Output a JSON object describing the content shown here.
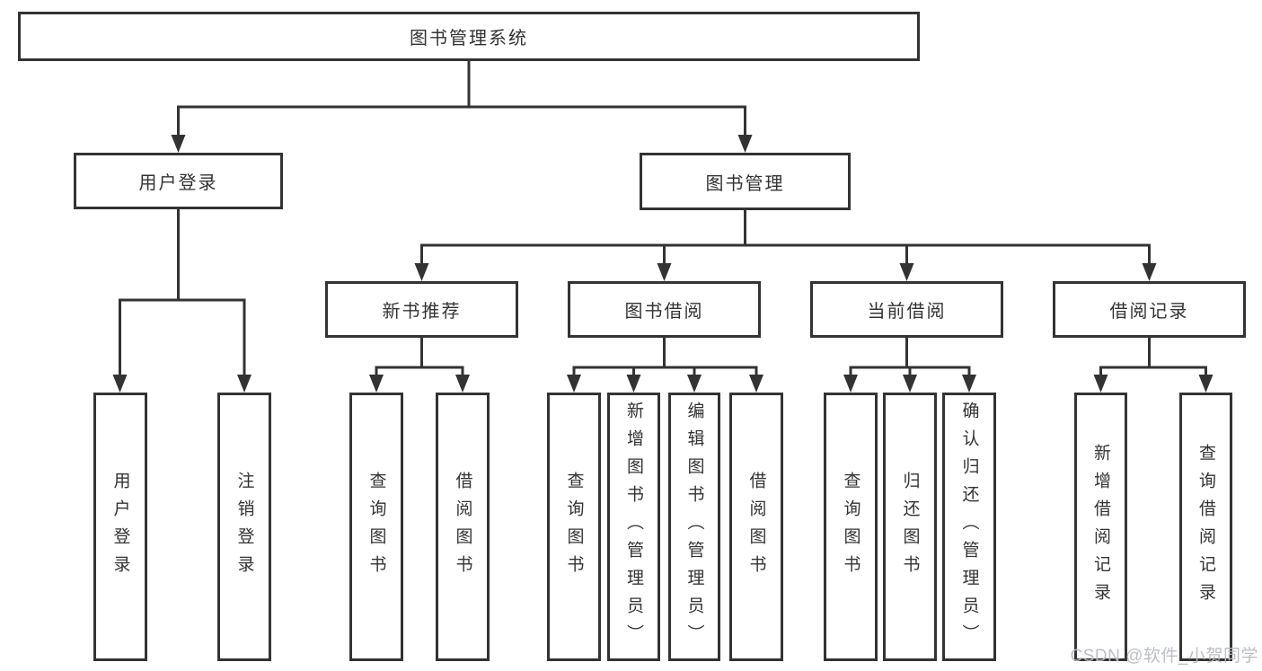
{
  "diagram": {
    "title": "图书管理系统",
    "watermark": "CSDN @软件_小贺同学",
    "colors": {
      "line": "#333333",
      "box_border": "#333333",
      "box_bg": "#ffffff",
      "text": "#333333",
      "watermark": "#b7bcc4"
    },
    "nodes": {
      "root": {
        "label": "图书管理系统"
      },
      "user_login": {
        "label": "用户登录"
      },
      "book_mgmt": {
        "label": "图书管理"
      },
      "new_book_rec": {
        "label": "新书推荐"
      },
      "book_borrow": {
        "label": "图书借阅"
      },
      "current_borrow": {
        "label": "当前借阅"
      },
      "borrow_records": {
        "label": "借阅记录"
      },
      "leaf_user_login": {
        "label": "用户登录"
      },
      "leaf_logout": {
        "label": "注销登录"
      },
      "leaf_query_book_rec": {
        "label": "查询图书"
      },
      "leaf_borrow_book_rec": {
        "label": "借阅图书"
      },
      "leaf_query_book_borrow": {
        "label": "查询图书"
      },
      "leaf_add_book": {
        "label": "新增图书（管理员）"
      },
      "leaf_edit_book": {
        "label": "编辑图书（管理员）"
      },
      "leaf_borrow_book": {
        "label": "借阅图书"
      },
      "leaf_query_book_current": {
        "label": "查询图书"
      },
      "leaf_return_book": {
        "label": "归还图书"
      },
      "leaf_confirm_return": {
        "label": "确认归还（管理员）"
      },
      "leaf_add_borrow_record": {
        "label": "新增借阅记录"
      },
      "leaf_query_borrow_record": {
        "label": "查询借阅记录"
      }
    }
  }
}
